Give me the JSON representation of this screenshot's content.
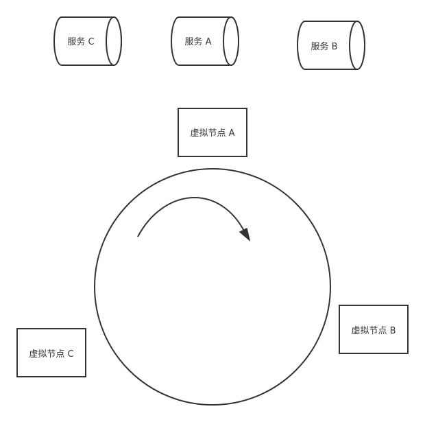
{
  "services": {
    "c": {
      "label": "服务 C"
    },
    "a": {
      "label": "服务 A"
    },
    "b": {
      "label": "服务 B"
    }
  },
  "virtual_nodes": {
    "a": {
      "label": "虚拟节点 A"
    },
    "b": {
      "label": "虚拟节点 B"
    },
    "c": {
      "label": "虚拟节点 C"
    }
  },
  "colors": {
    "stroke": "#333333",
    "text": "#333333",
    "background": "#ffffff"
  }
}
